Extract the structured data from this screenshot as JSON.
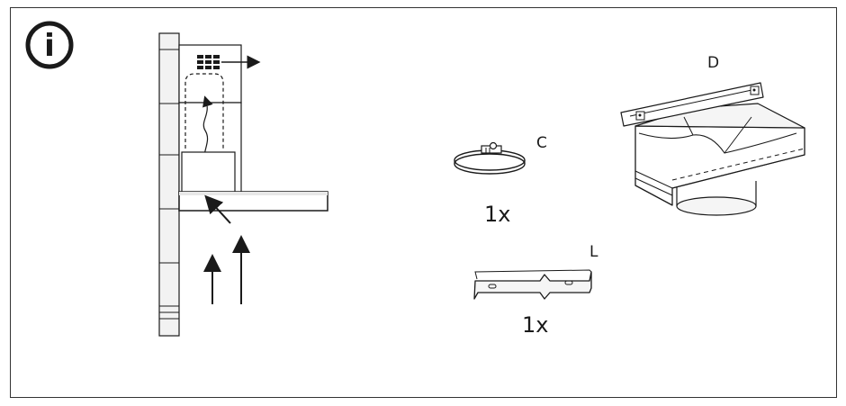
{
  "info_symbol": "i",
  "parts": {
    "clamp": {
      "letter": "C",
      "quantity": "1x"
    },
    "bracket": {
      "letter": "L",
      "quantity": "1x"
    },
    "deflector": {
      "letter": "D"
    }
  },
  "colors": {
    "stroke": "#1a1a1a",
    "wall_fill": "#f2f2f2",
    "part_fill": "#f5f5f5",
    "hood_fill": "#ffffff"
  }
}
